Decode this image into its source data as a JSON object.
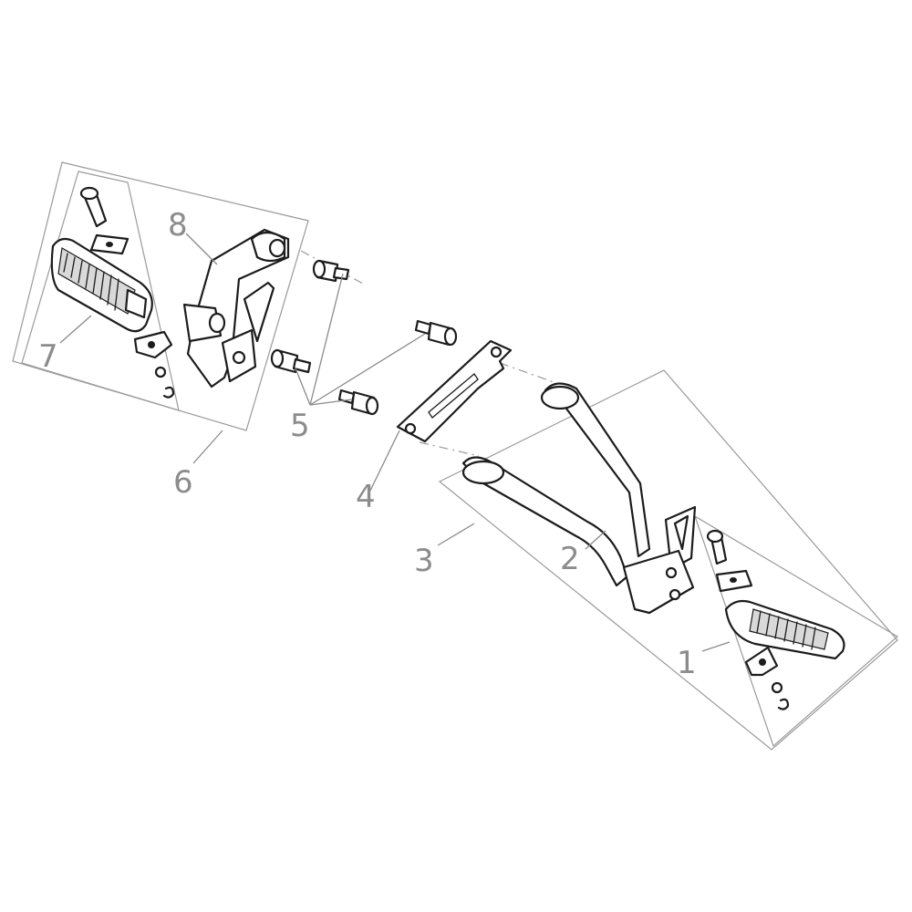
{
  "diagram": {
    "callouts": [
      {
        "id": "callout-1",
        "text": "1"
      },
      {
        "id": "callout-2",
        "text": "2"
      },
      {
        "id": "callout-3",
        "text": "3"
      },
      {
        "id": "callout-4",
        "text": "4"
      },
      {
        "id": "callout-5",
        "text": "5"
      },
      {
        "id": "callout-6",
        "text": "6"
      },
      {
        "id": "callout-7",
        "text": "7"
      },
      {
        "id": "callout-8",
        "text": "8"
      }
    ]
  },
  "colors": {
    "line": "#1c1c1c",
    "frame": "#9a9a9a",
    "callout": "#8c8c8c",
    "grip_fill": "#d9d9d9"
  }
}
